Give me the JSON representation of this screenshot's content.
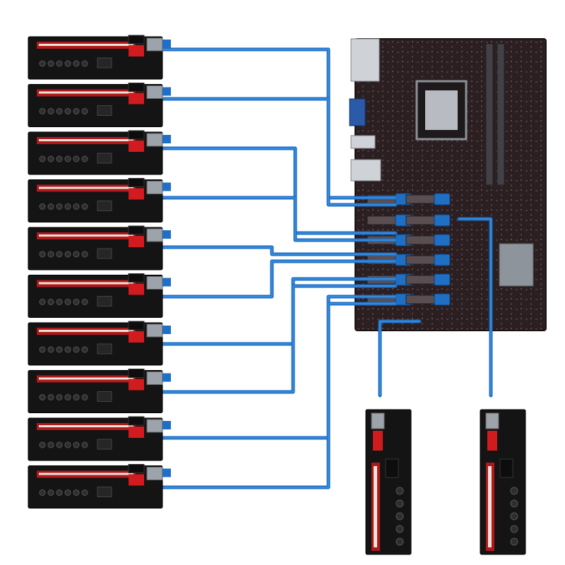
{
  "image": {
    "subject": "mining-motherboard-with-riser-cards",
    "colors": {
      "background": "#ffffff",
      "cable": "#1f6fc4",
      "cable_highlight": "#3f93e6",
      "board": "#2b1f22",
      "board_edge": "#1a1214",
      "riser_pcb": "#141414",
      "slot_red": "#b0191c",
      "slot_inner": "#f1e2d8",
      "chip_red": "#d11b1f",
      "metal": "#9da3aa",
      "ram_slot": "#444048",
      "pcie_slot": "#5a4e52"
    },
    "left_riser_count": 10,
    "bottom_riser_count": 2,
    "motherboard_pcie_port_count": 12
  }
}
